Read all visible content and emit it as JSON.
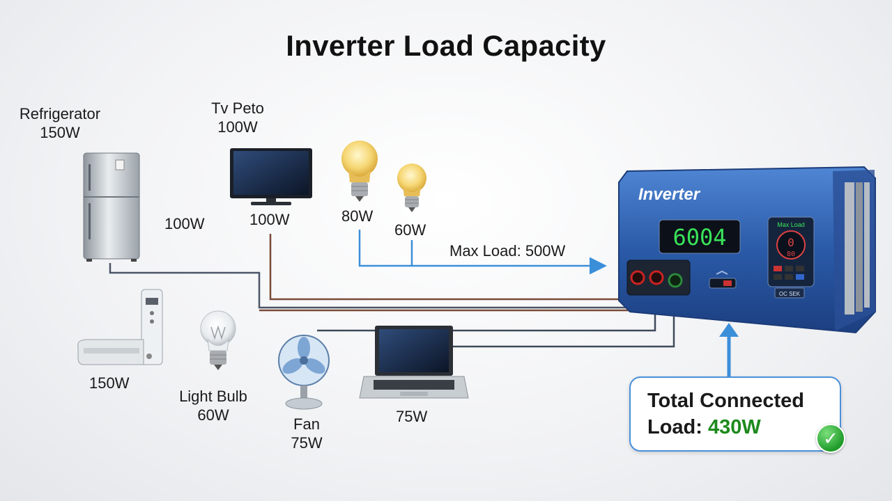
{
  "title": "Inverter Load Capacity",
  "appliances": {
    "refrigerator": {
      "name": "Refrigerator",
      "watts": "150W"
    },
    "tv": {
      "name": "Tv Peto",
      "watts": "100W",
      "watts_below": "100W"
    },
    "floating_label": "100W",
    "bulb_large": {
      "watts": "80W"
    },
    "bulb_small": {
      "watts": "60W"
    },
    "appliance_lower": {
      "watts": "150W"
    },
    "light_bulb": {
      "name": "Light Bulb",
      "watts": "60W"
    },
    "fan": {
      "name": "Fan",
      "watts": "75W"
    },
    "laptop": {
      "watts": "75W"
    }
  },
  "max_load_label": "Max Load: 500W",
  "inverter": {
    "brand": "Inverter",
    "display_reading": "6004",
    "side_panel_label": "Max Load",
    "side_panel_digit": "0",
    "side_panel_small": "80",
    "bottom_tag": "OC SEK"
  },
  "result": {
    "label_line1": "Total Connected",
    "label_line2": "Load: ",
    "value": "430W",
    "check_icon": "check-circle-icon"
  },
  "colors": {
    "inverter_body": "#2a5aa8",
    "display_text": "#39e35a",
    "wire_brown": "#7a4a38",
    "wire_slate": "#3f4a5a",
    "arrow_blue": "#3b8fd9",
    "result_green": "#1d8a1d"
  }
}
